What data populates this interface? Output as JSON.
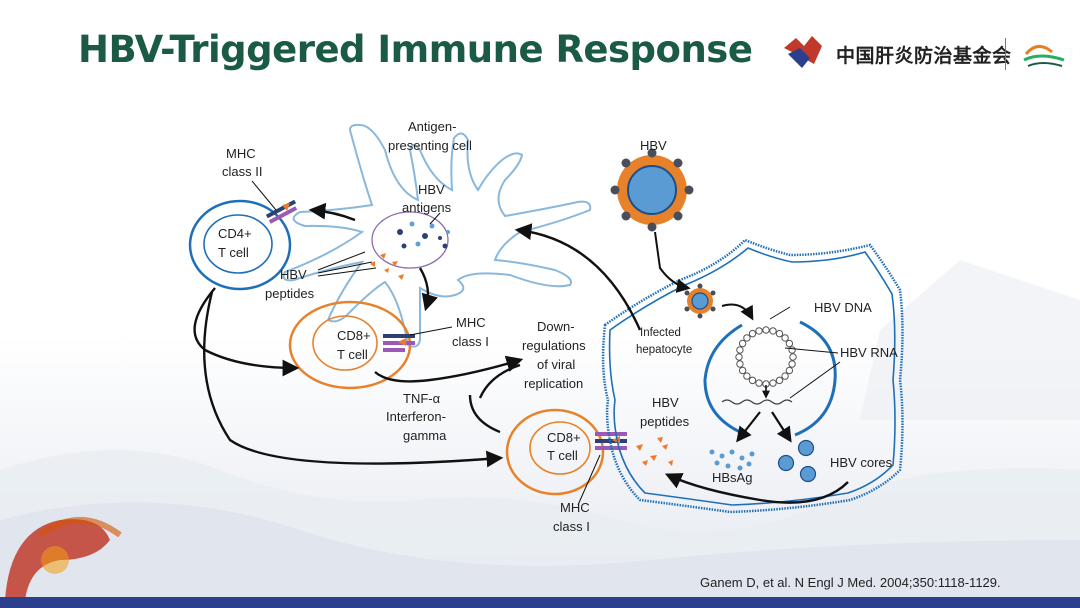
{
  "slide": {
    "title": "HBV-Triggered Immune Response",
    "logo_text": "中国肝炎防治基金会",
    "citation": "Ganem D, et al. N Engl J Med. 2004;350:1118-1129."
  },
  "labels": {
    "apc_line1": "Antigen-",
    "apc_line2": "presenting cell",
    "mhc2_line1": "MHC",
    "mhc2_line2": "class II",
    "hbv_antigens_line1": "HBV",
    "hbv_antigens_line2": "antigens",
    "cd4_line1": "CD4+",
    "cd4_line2": "T cell",
    "hbv_peptides_line1": "HBV",
    "hbv_peptides_line2": "peptides",
    "cd8a_line1": "CD8+",
    "cd8a_line2": "T cell",
    "mhc1a_line1": "MHC",
    "mhc1a_line2": "class I",
    "down_line1": "Down-",
    "down_line2": "regulations",
    "down_line3": "of viral",
    "down_line4": "replication",
    "tnf_line1": "TNF-α",
    "tnf_line2": "Interferon-",
    "tnf_line3": "gamma",
    "cd8b_line1": "CD8+",
    "cd8b_line2": "T cell",
    "mhc1b_line1": "MHC",
    "mhc1b_line2": "class I",
    "hbv": "HBV",
    "infected_line1": "Infected",
    "infected_line2": "hepatocyte",
    "hbv_dna": "HBV DNA",
    "hbv_rna": "HBV RNA",
    "hbv_peptides2_line1": "HBV",
    "hbv_peptides2_line2": "peptides",
    "hbsag": "HBsAg",
    "hbv_cores": "HBV cores"
  },
  "colors": {
    "title": "#1b5a45",
    "cell_blue": "#1f6fb8",
    "apc_blue": "#8ab8dc",
    "tcell_orange": "#e8822a",
    "peptide_orange": "#f07a2a",
    "mhc_purple": "#9b59b6",
    "bar_blue": "#2b3f8e"
  }
}
